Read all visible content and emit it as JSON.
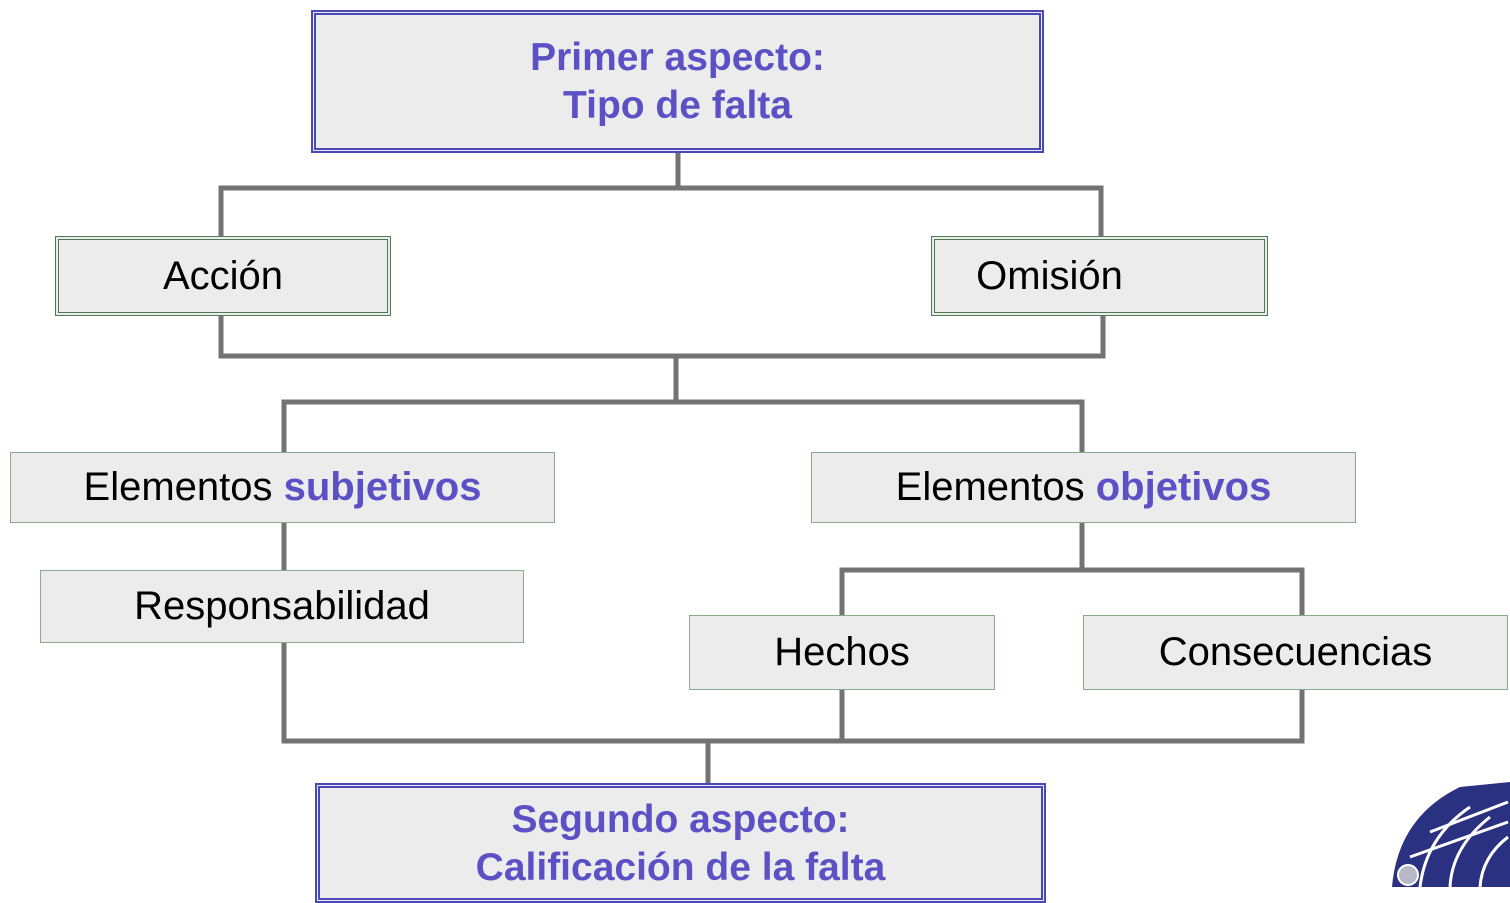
{
  "diagram": {
    "top": {
      "line1": "Primer aspecto:",
      "line2": "Tipo de falta"
    },
    "accion": "Acción",
    "omision": "Omisión",
    "subjetivos": {
      "prefix": "Elementos ",
      "highlight": "subjetivos"
    },
    "objetivos": {
      "prefix": "Elementos ",
      "highlight": "objetivos"
    },
    "responsabilidad": "Responsabilidad",
    "hechos": "Hechos",
    "consecuencias": "Consecuencias",
    "bottom": {
      "line1": "Segundo aspecto:",
      "line2": "Calificación de la falta"
    }
  },
  "colors": {
    "connector": "#737373",
    "aspect_text": "#5b51c4",
    "aspect_border": "#4a47b8",
    "box_fill": "#ececec",
    "green_border": "#4d7a52"
  }
}
